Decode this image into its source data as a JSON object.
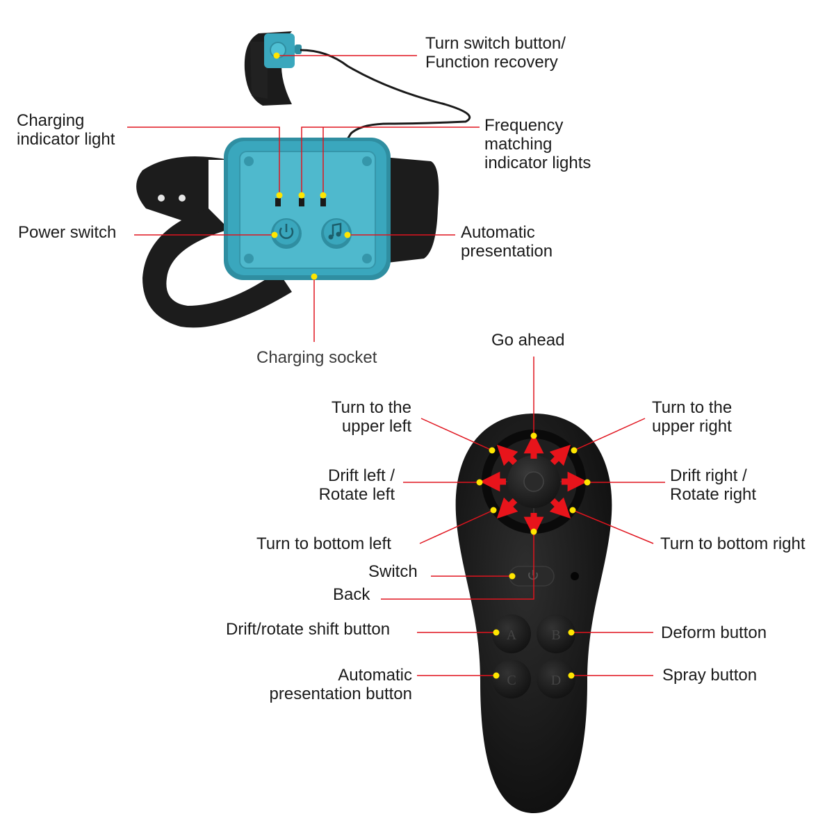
{
  "colors": {
    "leader_line": "#e0141e",
    "dot": "#ffe600",
    "arrow": "#e8141b",
    "module_body": "#3aa7bd",
    "module_face": "#4fb9cd",
    "strap": "#1c1c1c",
    "controller": "#141414"
  },
  "wrist_module": {
    "labels": {
      "turn_switch": [
        "Turn switch button/",
        "Function recovery"
      ],
      "charging_indicator": [
        "Charging",
        "indicator light"
      ],
      "frequency_matching": [
        "Frequency",
        "matching",
        "indicator lights"
      ],
      "power_switch": [
        "Power switch"
      ],
      "automatic_presentation": [
        "Automatic",
        "presentation"
      ],
      "charging_socket": [
        "Charging socket"
      ]
    },
    "icons": [
      "power-icon",
      "music-note-icon"
    ]
  },
  "controller": {
    "labels": {
      "go_ahead": [
        "Go ahead"
      ],
      "upper_left": [
        "Turn to the",
        "upper left"
      ],
      "upper_right": [
        "Turn to the",
        "upper right"
      ],
      "drift_left": [
        "Drift left /",
        "Rotate left"
      ],
      "drift_right": [
        "Drift right /",
        "Rotate right"
      ],
      "bottom_left": [
        "Turn to bottom left"
      ],
      "bottom_right": [
        "Turn to bottom right"
      ],
      "switch": [
        "Switch"
      ],
      "back": [
        "Back"
      ],
      "drift_shift": [
        "Drift/rotate shift button"
      ],
      "deform": [
        "Deform button"
      ],
      "auto_pres_button": [
        "Automatic",
        "presentation button"
      ],
      "spray": [
        "Spray button"
      ]
    },
    "buttons": [
      "A",
      "B",
      "C",
      "D"
    ],
    "icons": [
      "power-icon"
    ]
  }
}
